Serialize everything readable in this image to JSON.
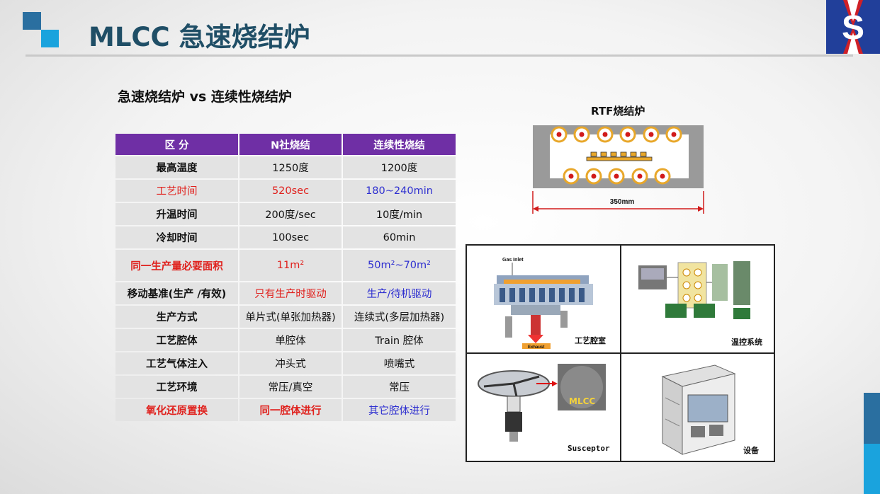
{
  "header": {
    "title": "MLCC 急速烧结炉",
    "brand_letter": "S"
  },
  "subtitle": "急速烧结炉 vs 连续性烧结炉",
  "table": {
    "headers": [
      "区 分",
      "N社烧结",
      "连续性烧结"
    ],
    "rows": [
      {
        "label": "最高温度",
        "a": "1250度",
        "b": "1200度"
      },
      {
        "label": "工艺时间",
        "a": "520sec",
        "b": "180~240min"
      },
      {
        "label": "升温时间",
        "a": "200度/sec",
        "b": "10度/min"
      },
      {
        "label": "冷却时间",
        "a": "100sec",
        "b": "60min"
      },
      {
        "label": "同一生产量必要面积",
        "a": "11m²",
        "b": "50m²~70m²"
      },
      {
        "label": "移动基准(生产 /有效)",
        "a": "只有生产时驱动",
        "b": "生产/待机驱动"
      },
      {
        "label": "生产方式",
        "a": "单片式(单张加热器)",
        "b": "连续式(多层加热器)"
      },
      {
        "label": "工艺腔体",
        "a": "单腔体",
        "b": "Train 腔体"
      },
      {
        "label": "工艺气体注入",
        "a": "冲头式",
        "b": "喷嘴式"
      },
      {
        "label": "工艺环境",
        "a": "常压/真空",
        "b": "常压"
      },
      {
        "label": "氧化还原置换",
        "a": "同一腔体进行",
        "b": "其它腔体进行"
      }
    ]
  },
  "diagram": {
    "title": "RTF烧结炉",
    "dimension": "350mm"
  },
  "photos": {
    "chamber": {
      "caption": "工艺腔室",
      "gas_inlet": "Gas Inlet",
      "exhaust": "Exhaust"
    },
    "temp_control": {
      "caption": "温控系统"
    },
    "susceptor": {
      "caption": "Susceptor",
      "mlcc": "MLCC"
    },
    "equipment": {
      "caption": "设备"
    }
  },
  "colors": {
    "accent_purple": "#6f2fa5",
    "title_teal": "#1f4e66",
    "highlight_red": "#e0211d",
    "highlight_blue": "#2e2fd0",
    "logo_blue": "#1aa3dd"
  }
}
